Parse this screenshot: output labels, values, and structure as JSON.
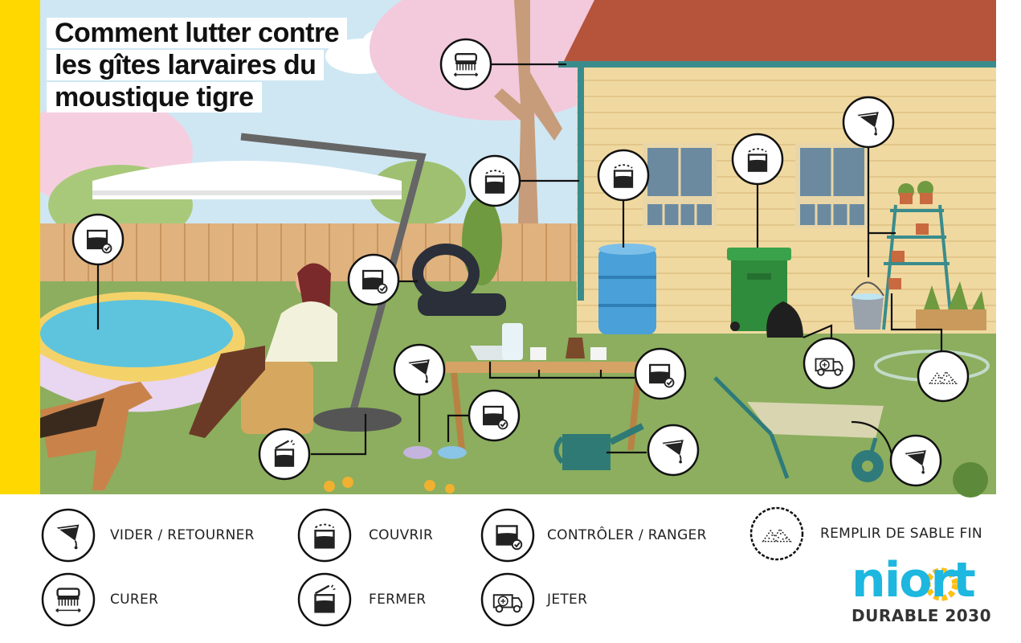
{
  "title": [
    "Comment lutter contre",
    "les gîtes larvaires du",
    "moustique tigre"
  ],
  "legend": [
    {
      "icon": "vider",
      "label": "VIDER / RETOURNER"
    },
    {
      "icon": "couvrir",
      "label": "COUVRIR"
    },
    {
      "icon": "controler",
      "label": "CONTRÔLER / RANGER"
    },
    {
      "icon": "sable",
      "label": "REMPLIR DE SABLE FIN"
    },
    {
      "icon": "curer",
      "label": "CURER"
    },
    {
      "icon": "fermer",
      "label": "FERMER"
    },
    {
      "icon": "jeter",
      "label": "JETER"
    }
  ],
  "brand": {
    "name": "niort",
    "subtitle": "DURABLE 2030"
  },
  "colors": {
    "yellow_bar": "#ffd800",
    "sky": "#cfe7f3",
    "grass": "#8cae5e",
    "fence": "#e0b27e",
    "house": "#f0d9a0",
    "roof": "#b5533b",
    "brand_blue": "#1db7e0"
  },
  "scene_icons": [
    {
      "icon": "curer",
      "target": "gouttière"
    },
    {
      "icon": "couvrir",
      "target": "gouttière descente"
    },
    {
      "icon": "couvrir",
      "target": "récupérateur d'eau"
    },
    {
      "icon": "couvrir",
      "target": "poubelle"
    },
    {
      "icon": "vider",
      "target": "seau"
    },
    {
      "icon": "controler",
      "target": "piscine"
    },
    {
      "icon": "controler",
      "target": "pneus"
    },
    {
      "icon": "vider",
      "target": "gamelles"
    },
    {
      "icon": "controler",
      "target": "gamelles"
    },
    {
      "icon": "controler",
      "target": "table"
    },
    {
      "icon": "fermer",
      "target": "parasol"
    },
    {
      "icon": "vider",
      "target": "arrosoir"
    },
    {
      "icon": "vider",
      "target": "brouette"
    },
    {
      "icon": "jeter",
      "target": "sac poubelle"
    },
    {
      "icon": "sable",
      "target": "soucoupes"
    }
  ]
}
